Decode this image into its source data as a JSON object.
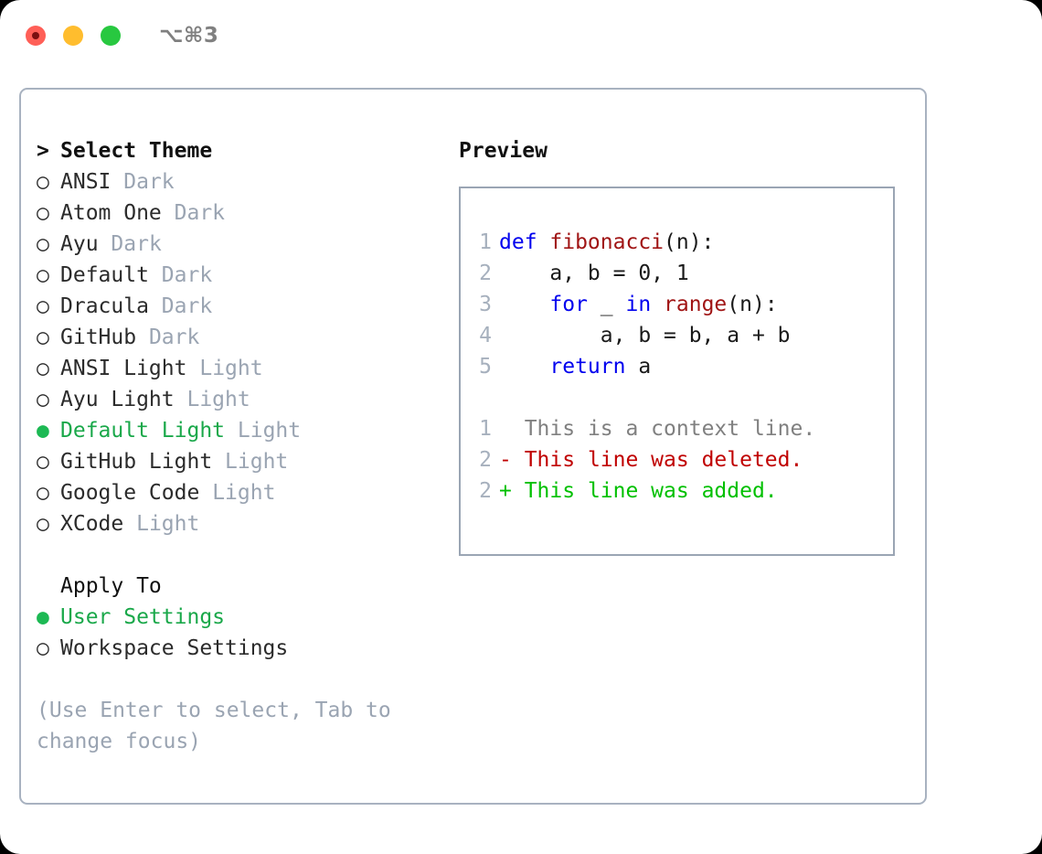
{
  "titlebar": {
    "lights": [
      {
        "name": "close",
        "color": "#ff5f57"
      },
      {
        "name": "minimize",
        "color": "#ffbd2e"
      },
      {
        "name": "maximize",
        "color": "#28c840"
      }
    ],
    "shortcut": "⌥⌘3"
  },
  "theme_list": {
    "header_marker": ">",
    "header": "Select Theme",
    "bullet_unselected": "○",
    "bullet_selected": "●",
    "items": [
      {
        "label": "ANSI",
        "tag": "Dark",
        "selected": false
      },
      {
        "label": "Atom One",
        "tag": "Dark",
        "selected": false
      },
      {
        "label": "Ayu",
        "tag": "Dark",
        "selected": false
      },
      {
        "label": "Default",
        "tag": "Dark",
        "selected": false
      },
      {
        "label": "Dracula",
        "tag": "Dark",
        "selected": false
      },
      {
        "label": "GitHub",
        "tag": "Dark",
        "selected": false
      },
      {
        "label": "ANSI Light",
        "tag": "Light",
        "selected": false
      },
      {
        "label": "Ayu Light",
        "tag": "Light",
        "selected": false
      },
      {
        "label": "Default Light",
        "tag": "Light",
        "selected": true
      },
      {
        "label": "GitHub Light",
        "tag": "Light",
        "selected": false
      },
      {
        "label": "Google Code",
        "tag": "Light",
        "selected": false
      },
      {
        "label": "XCode",
        "tag": "Light",
        "selected": false
      }
    ]
  },
  "apply_to": {
    "header": "Apply To",
    "items": [
      {
        "label": "User Settings",
        "selected": true
      },
      {
        "label": "Workspace Settings",
        "selected": false
      }
    ]
  },
  "hint": "(Use Enter to select, Tab to change focus)",
  "preview": {
    "title": "Preview",
    "code_lines": [
      {
        "no": "1",
        "segments": [
          {
            "t": "def ",
            "c": "kw"
          },
          {
            "t": "fibonacci",
            "c": "fn"
          },
          {
            "t": "(n):",
            "c": "pl"
          }
        ]
      },
      {
        "no": "2",
        "segments": [
          {
            "t": "    a, b = 0, 1",
            "c": "pl"
          }
        ]
      },
      {
        "no": "3",
        "segments": [
          {
            "t": "    ",
            "c": "pl"
          },
          {
            "t": "for",
            "c": "kw"
          },
          {
            "t": " _ ",
            "c": "pl"
          },
          {
            "t": "in",
            "c": "kw"
          },
          {
            "t": " ",
            "c": "pl"
          },
          {
            "t": "range",
            "c": "fn"
          },
          {
            "t": "(n):",
            "c": "pl"
          }
        ]
      },
      {
        "no": "4",
        "segments": [
          {
            "t": "        a, b = b, a + b",
            "c": "pl"
          }
        ]
      },
      {
        "no": "5",
        "segments": [
          {
            "t": "    ",
            "c": "pl"
          },
          {
            "t": "return",
            "c": "kw"
          },
          {
            "t": " a",
            "c": "pl"
          }
        ]
      }
    ],
    "diff_lines": [
      {
        "no": "1",
        "marker": " ",
        "text": " This is a context line.",
        "kind": "ctx"
      },
      {
        "no": "2",
        "marker": "-",
        "text": " This line was deleted.",
        "kind": "del"
      },
      {
        "no": "2",
        "marker": "+",
        "text": " This line was added.",
        "kind": "add"
      }
    ]
  },
  "colors": {
    "accent_green": "#1aa84a",
    "muted": "#9aa4b2",
    "keyword_blue": "#0000ee",
    "function_red": "#a01414",
    "diff_deleted": "#c00000",
    "diff_added": "#00c000",
    "border": "#a8b2c0"
  }
}
